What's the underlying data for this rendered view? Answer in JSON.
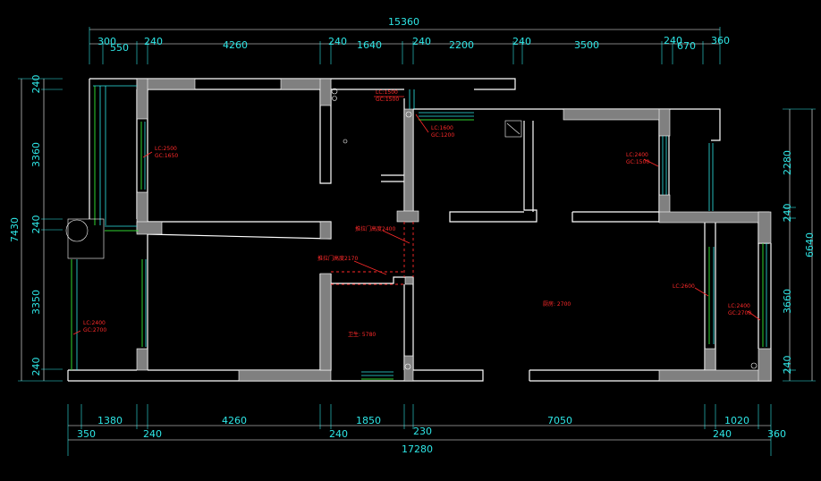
{
  "dimensions": {
    "top_total": "15360",
    "top_segments": [
      "300",
      "550",
      "240",
      "4260",
      "240",
      "1640",
      "240",
      "2200",
      "240",
      "3500",
      "240",
      "670",
      "360"
    ],
    "bottom_segments_row1": [
      "1380",
      "4260",
      "1850",
      "7050",
      "1020"
    ],
    "bottom_segments_row2": [
      "350",
      "240",
      "240",
      "230",
      "240",
      "360"
    ],
    "bottom_total": "17280",
    "left_total": "7430",
    "left_segments": [
      "240",
      "3360",
      "240",
      "3350",
      "240"
    ],
    "right_total": "6640",
    "right_segments": [
      "2280",
      "240",
      "3660",
      "240"
    ]
  },
  "annotations": {
    "w1": "LC:2500",
    "w1b": "GC:1650",
    "w2": "LC:1500",
    "w2b": "GC:1500",
    "w3": "LC:1600",
    "w3b": "GC:1200",
    "w4": "LC:2400",
    "w4b": "GC:1500",
    "w5": "LC:2400",
    "w5b": "GC:2700",
    "w6": "LC:2400",
    "w6b": "GC:2700",
    "w7": "LC:2600",
    "hall": "厨房: 2700",
    "kitchen": "卫生: 5780",
    "door1": "推拉门高度2400",
    "door2": "推拉门高度2170"
  }
}
